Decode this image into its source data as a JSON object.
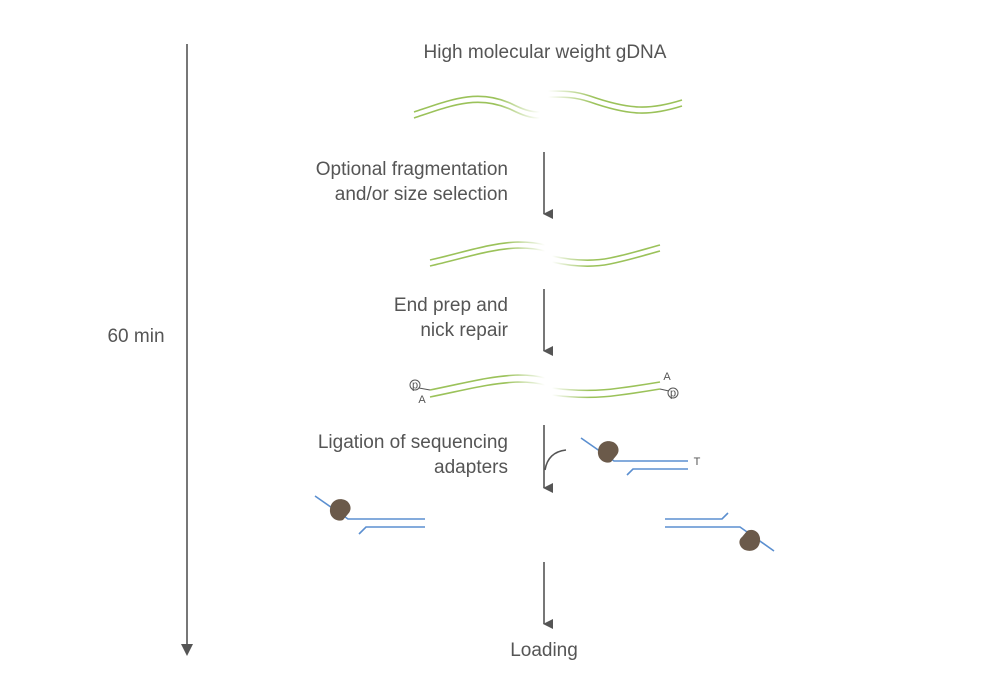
{
  "timeline": {
    "duration_label": "60 min"
  },
  "steps": {
    "start_label": "High molecular weight gDNA",
    "fragmentation_line1": "Optional fragmentation",
    "fragmentation_line2": "and/or size selection",
    "endprep_line1": "End prep and",
    "endprep_line2": "nick repair",
    "ligation_line1": "Ligation of sequencing",
    "ligation_line2": "adapters",
    "end_label": "Loading"
  },
  "markers": {
    "phosphate": "p",
    "a_overhang": "A",
    "t_overhang": "T"
  },
  "colors": {
    "dna": "#9bc25a",
    "adapter": "#5b8fd0",
    "motor_protein": "#6b5a4a",
    "arrow": "#555555"
  }
}
